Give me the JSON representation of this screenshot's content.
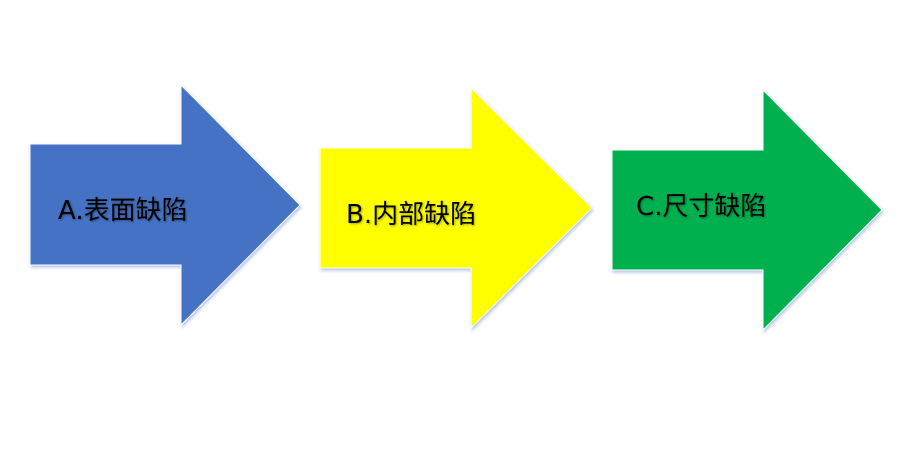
{
  "steps": [
    {
      "label": "A.表面缺陷",
      "color": "#4472C4"
    },
    {
      "label": "B.内部缺陷",
      "color": "#FFFF00"
    },
    {
      "label": "C.尺寸缺陷",
      "color": "#00B050"
    }
  ]
}
